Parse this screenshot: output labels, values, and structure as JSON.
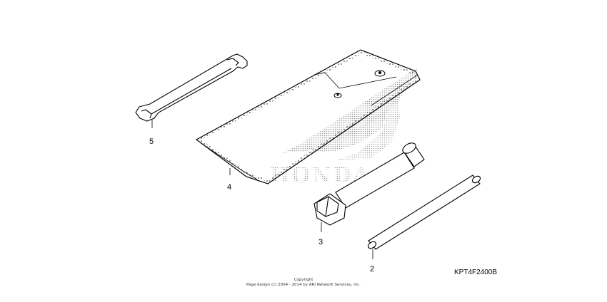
{
  "diagram": {
    "watermark": "HONDA",
    "callouts": {
      "wrench": "5",
      "tool_bag": "4",
      "socket_wrench": "3",
      "handle_bar": "2"
    },
    "diagram_code": "KPT4F2400B"
  },
  "footer": {
    "copyright_line1": "Copyright",
    "copyright_line2": "Page design (c) 2004 - 2014 by ARI Network Services, Inc."
  }
}
